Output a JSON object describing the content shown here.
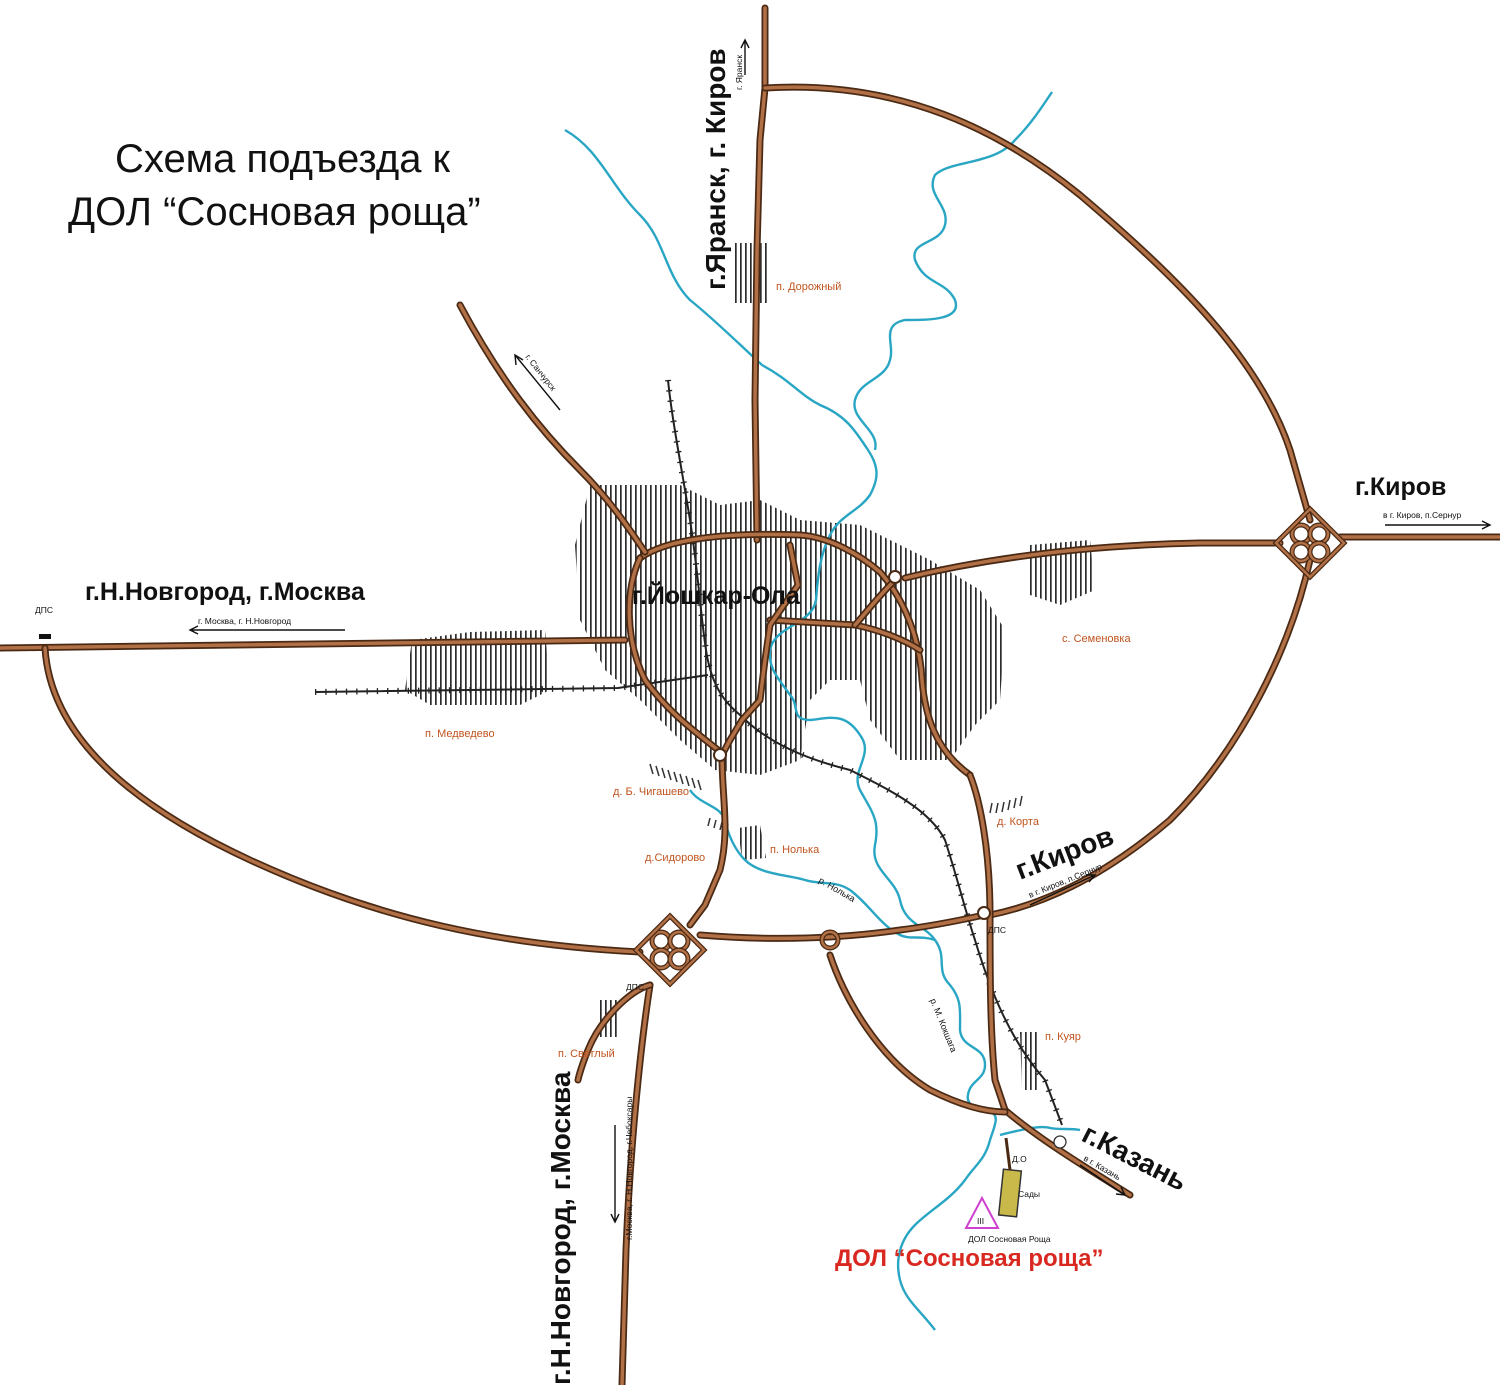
{
  "title": {
    "line1": "Схема подъезда к",
    "line2": "ДОЛ “Сосновая роща”"
  },
  "cities": {
    "yoshkar_ola": "г.Йошкар-Ола",
    "kirov_east": "г.Киров",
    "kirov_southeast": "г.Киров",
    "kazan": "г.Казань",
    "yaransk_kirov": "г.Яранск, г. Киров",
    "nnovgorod_moscow_west": "г.Н.Новгород, г.Москва",
    "nnovgorod_moscow_south": "г.Н.Новгород, г.Москва"
  },
  "direction_notes": {
    "yaransk": "г. Яранск",
    "sanchursk": "г. Санчурск",
    "moscow_west": "г. Москва, г. Н.Новгород",
    "kirov_east": "в г. Киров, п.Сернур",
    "kirov_southeast": "в г. Киров, п.Сернур",
    "kazan": "в г. Казань",
    "south": "г.Москва, г. Н.Новгород, г.Чебоксары"
  },
  "villages": {
    "dorozhny": "п. Дорожный",
    "medvedevo": "п. Медведево",
    "semenovka": "с. Семеновка",
    "chigashevo": "д. Б. Чигашево",
    "nolka": "п. Нолька",
    "sidorovo": "д.Сидорово",
    "korta": "д. Корта",
    "kuyar": "п. Куяр",
    "svetly": "п. Светлый"
  },
  "rivers": {
    "nolka": "р. Нолька",
    "m_kokshaga": "р. М. Кокшага"
  },
  "dps": {
    "west": "ДПС",
    "east": "ДПС",
    "south": "ДПС"
  },
  "camp": {
    "gardens": "Сады",
    "do": "Д.О",
    "name_small": "ДОЛ Сосновая Роща",
    "name_big": "ДОЛ “Сосновая роща”",
    "marker_symbol": "III"
  },
  "colors": {
    "road": "#b27046",
    "road_edge": "#4a2a14",
    "river": "#29a6c4",
    "village_label": "#c0541f",
    "camp_label": "#d8281f",
    "camp_marker": "#d040d0",
    "gardens_fill": "#c9b94a"
  }
}
